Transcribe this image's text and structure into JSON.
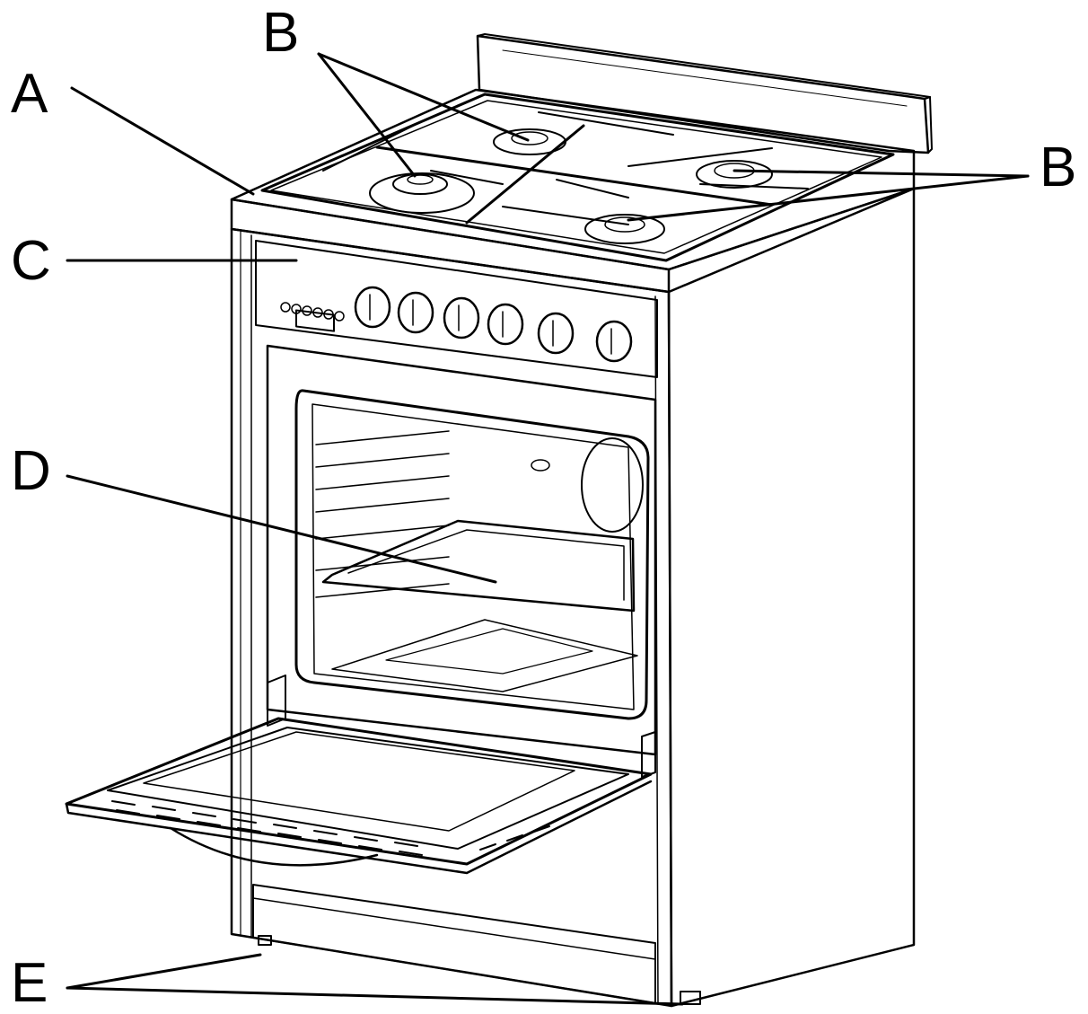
{
  "callouts": {
    "a": "A",
    "b_left": "B",
    "b_right": "B",
    "c": "C",
    "d": "D",
    "e": "E"
  }
}
